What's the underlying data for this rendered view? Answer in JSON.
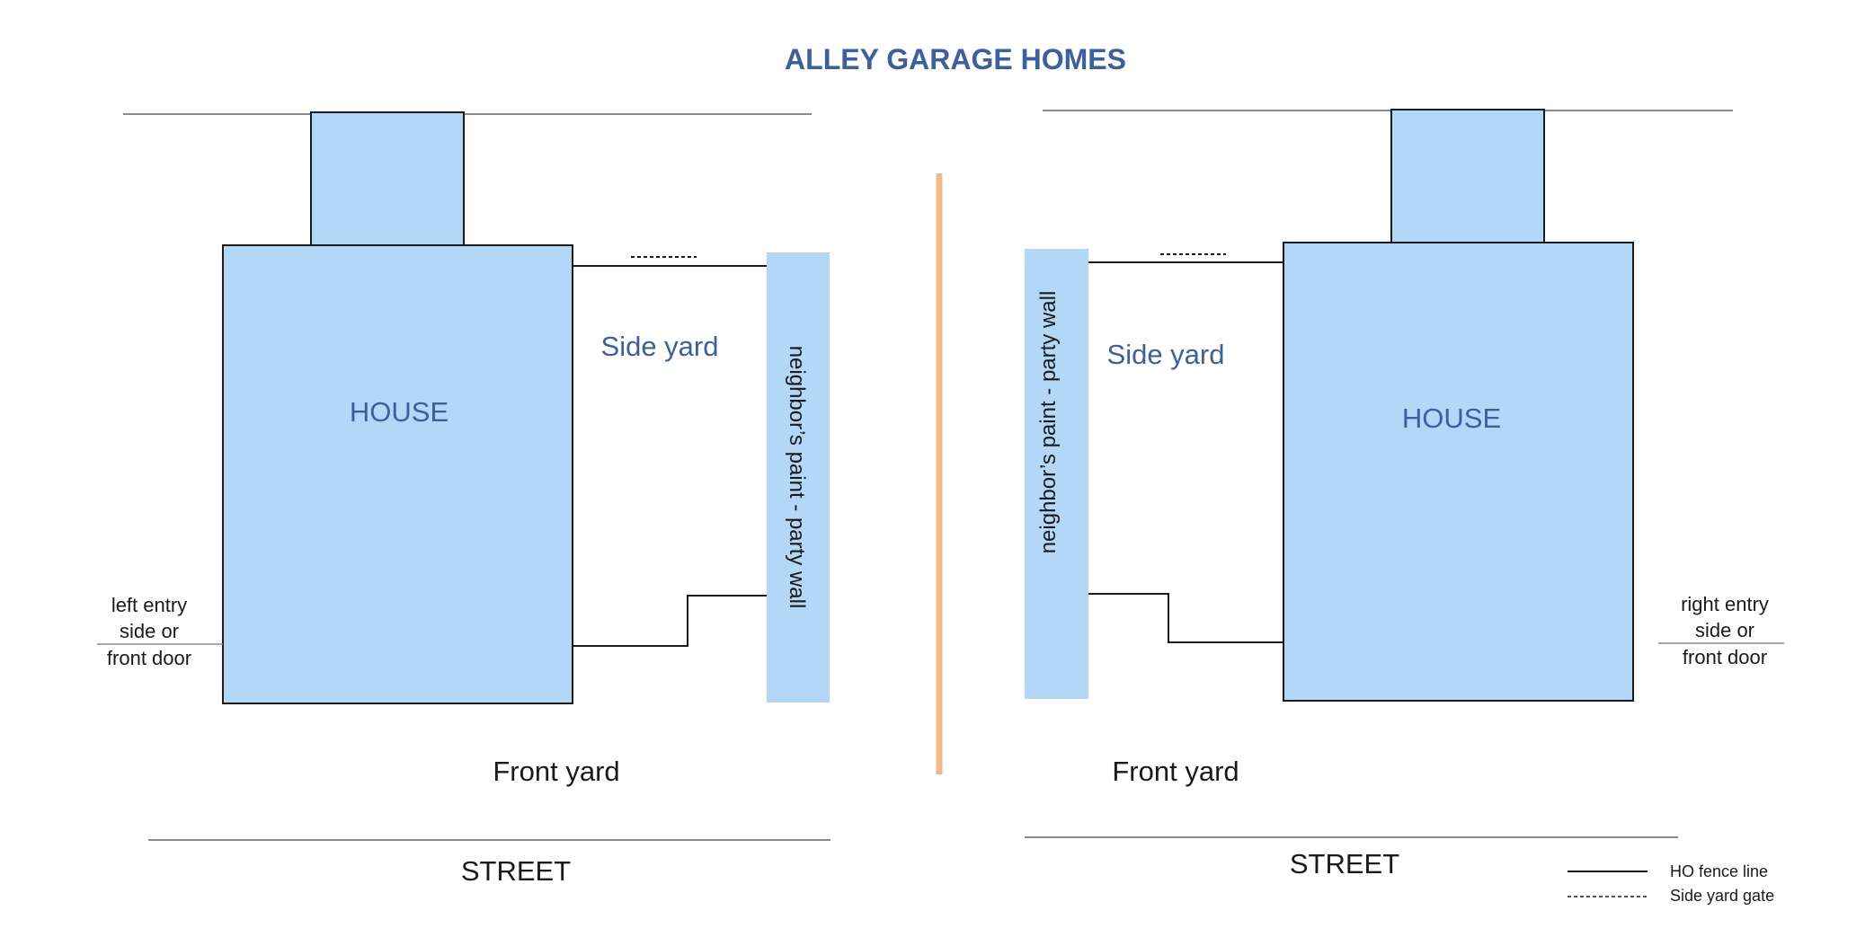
{
  "title": "ALLEY GARAGE HOMES",
  "left_lot": {
    "house_label": "HOUSE",
    "side_yard_label": "Side yard",
    "party_wall_label": "neighbor’s paint  -  party wall",
    "front_yard_label": "Front yard",
    "street_label": "STREET",
    "entry_label_lines": [
      "left entry",
      "side or",
      "front door"
    ]
  },
  "right_lot": {
    "house_label": "HOUSE",
    "side_yard_label": "Side yard",
    "party_wall_label": "neighbor’s paint  -  party wall",
    "front_yard_label": "Front yard",
    "street_label": "STREET",
    "entry_label_lines": [
      "right entry",
      "side or",
      "front door"
    ]
  },
  "legend": {
    "fence_line_label": "HO fence line",
    "gate_label": "Side yard gate"
  },
  "colors": {
    "building_fill": "#b3d7f7",
    "divider": "#f4b887",
    "text_blue": "#3b5fa0",
    "line": "#1a1a1a",
    "property_line": "#8a8a8a"
  }
}
